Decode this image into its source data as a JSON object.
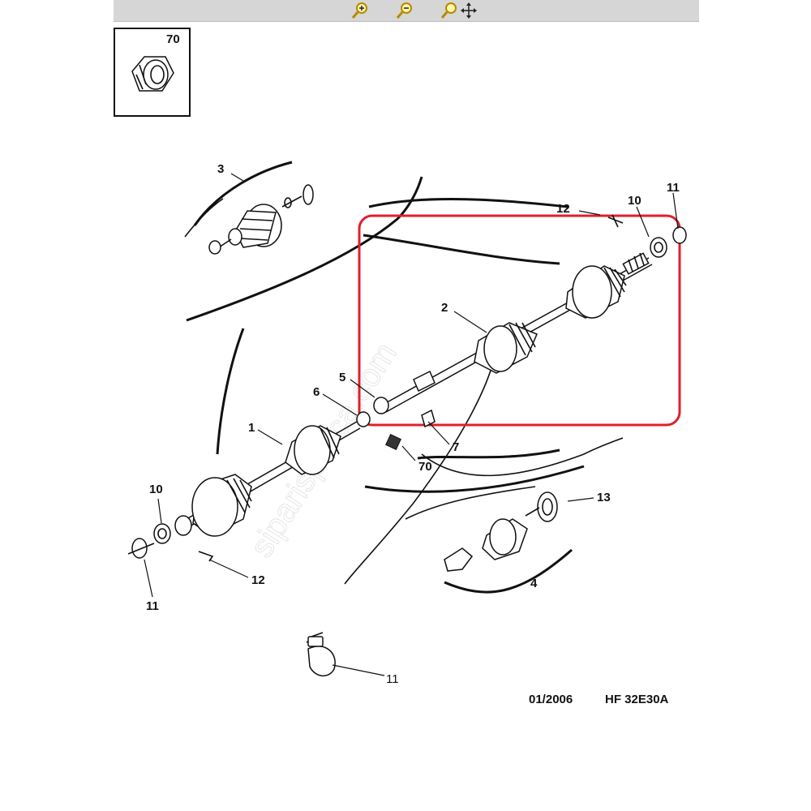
{
  "toolbar": {
    "zoom_in_icon": "zoom-in-icon",
    "zoom_out_icon": "zoom-out-icon",
    "pan_icon": "pan-zoom-icon"
  },
  "inset": {
    "label": "70"
  },
  "callouts": {
    "c1": "1",
    "c2": "2",
    "c3": "3",
    "c4": "4",
    "c5": "5",
    "c6": "6",
    "c7": "7",
    "c10_top": "10",
    "c10_left": "10",
    "c11_top": "11",
    "c11_left": "11",
    "c11_bottom": "11",
    "c12_top": "12",
    "c12_left": "12",
    "c13": "13",
    "c70": "70"
  },
  "watermark": "siparisparca.com",
  "footer": {
    "date": "01/2006",
    "code": "HF 32E30A"
  },
  "colors": {
    "highlight": "#e0202a",
    "toolbar": "#d6d6d6",
    "lines": "#111111"
  }
}
